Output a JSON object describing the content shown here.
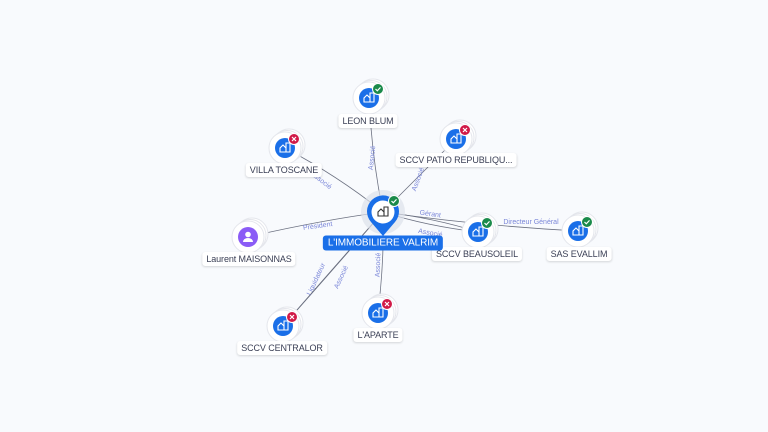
{
  "graph": {
    "center": {
      "id": "center",
      "label": "L'IMMOBILIERE VALRIM",
      "status": "active",
      "type": "company"
    },
    "nodes": [
      {
        "id": "leon",
        "label": "LEON BLUM",
        "status": "active",
        "type": "company"
      },
      {
        "id": "villa",
        "label": "VILLA TOSCANE",
        "status": "closed",
        "type": "company"
      },
      {
        "id": "patio",
        "label": "SCCV PATIO REPUBLIQU...",
        "status": "closed",
        "type": "company"
      },
      {
        "id": "laurent",
        "label": "Laurent MAISONNAS",
        "status": "none",
        "type": "person"
      },
      {
        "id": "beausoleil",
        "label": "SCCV BEAUSOLEIL",
        "status": "active",
        "type": "company"
      },
      {
        "id": "evallim",
        "label": "SAS EVALLIM",
        "status": "active",
        "type": "company"
      },
      {
        "id": "centralor",
        "label": "SCCV CENTRALOR",
        "status": "closed",
        "type": "company"
      },
      {
        "id": "laparte",
        "label": "L'APARTE",
        "status": "closed",
        "type": "company"
      }
    ],
    "edges": [
      {
        "to": "leon",
        "label": "Associé"
      },
      {
        "to": "villa",
        "label": "Associé"
      },
      {
        "to": "patio",
        "label": "Associé"
      },
      {
        "to": "laurent",
        "label": "Président"
      },
      {
        "to": "beausoleil",
        "label": "Gérant"
      },
      {
        "to": "beausoleil",
        "label": "Associé"
      },
      {
        "to": "evallim",
        "label": "Directeur Général"
      },
      {
        "to": "centralor",
        "label": "Liquidateur"
      },
      {
        "to": "centralor",
        "label": "Associé"
      },
      {
        "to": "laparte",
        "label": "Associé"
      }
    ]
  },
  "colors": {
    "company": "#1a6fe8",
    "person": "#8b5cf6",
    "active": "#1a8a4a",
    "closed": "#d11a48",
    "edge": "#6b7080",
    "edge_label": "#7a86d8"
  }
}
